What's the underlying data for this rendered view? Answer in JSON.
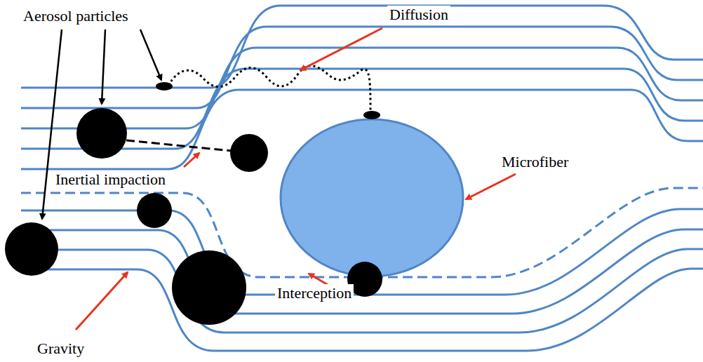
{
  "diagram": {
    "labels": [
      "Aerosol particles",
      "Diffusion",
      "Inertial impaction",
      "Microfiber",
      "Interception",
      "Gravity"
    ]
  }
}
